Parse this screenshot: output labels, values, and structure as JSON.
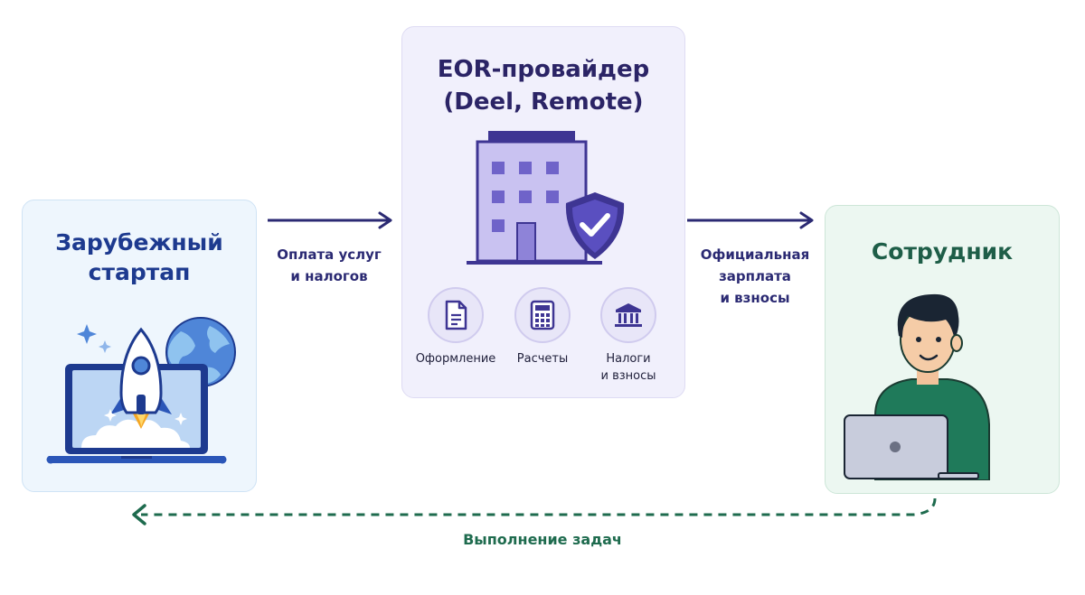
{
  "left_card": {
    "title_lines": [
      "Зарубежный",
      "стартап"
    ],
    "illustration_icon": "rocket-laptop-globe-icon"
  },
  "middle_card": {
    "title_lines": [
      "EOR-провайдер",
      "(Deel, Remote)"
    ],
    "illustration_icon": "office-building-shield-icon",
    "services": [
      {
        "label": "Оформление",
        "icon": "document-icon"
      },
      {
        "label": "Расчеты",
        "icon": "calculator-icon"
      },
      {
        "label_lines": [
          "Налоги",
          "и взносы"
        ],
        "icon": "bank-building-icon"
      }
    ]
  },
  "right_card": {
    "title": "Сотрудник",
    "illustration_icon": "person-with-laptop-icon"
  },
  "arrows": {
    "payment": {
      "label_lines": [
        "Оплата услуг",
        "и налогов"
      ],
      "style": "solid",
      "direction": "right"
    },
    "salary": {
      "label_lines": [
        "Официальная",
        "зарплата",
        "и взносы"
      ],
      "style": "solid",
      "direction": "right"
    },
    "tasks": {
      "label": "Выполнение задач",
      "style": "dashed",
      "direction": "left"
    }
  },
  "colors": {
    "left_card_bg": "#eef6fd",
    "middle_card_bg": "#f1f0fc",
    "right_card_bg": "#ecf7f1",
    "left_title": "#1d3a8f",
    "middle_title": "#2b2466",
    "right_title": "#1e5e48",
    "solid_arrow": "#2b2a73",
    "dashed_arrow": "#1e6b4e"
  }
}
